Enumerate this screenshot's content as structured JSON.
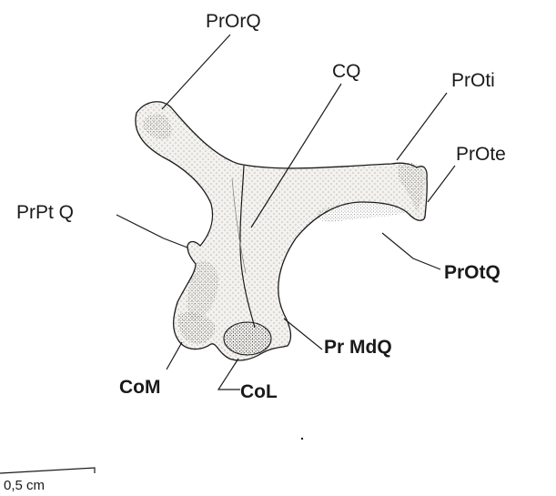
{
  "labels": {
    "pr_or_q": "PrOrQ",
    "cq": "CQ",
    "pr_oti": "PrOti",
    "pr_ote": "PrOte",
    "pr_pt_q": "PrPt Q",
    "pr_ot_q": "PrOtQ",
    "pr_md_q": "Pr MdQ",
    "co_m": "CoM",
    "co_l": "CoL"
  },
  "scale_bar": {
    "text": "0,5 cm"
  },
  "colors": {
    "ink": "#1a1a1a",
    "bone_fill": "#f4f2ee",
    "stipple": "#555555",
    "background": "#ffffff"
  }
}
